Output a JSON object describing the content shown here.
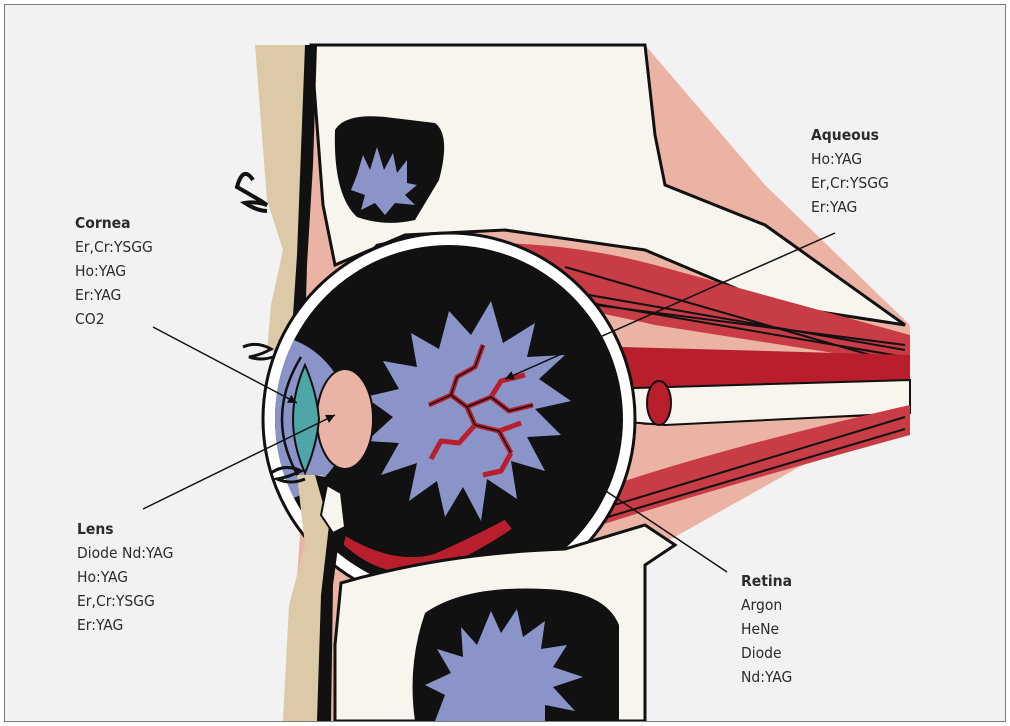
{
  "labels": {
    "cornea": {
      "title": "Cornea",
      "items": [
        "Er,Cr:YSGG",
        "Ho:YAG",
        "Er:YAG",
        "CO2"
      ]
    },
    "aqueous": {
      "title": "Aqueous",
      "items": [
        "Ho:YAG",
        "Er,Cr:YSGG",
        "Er:YAG"
      ]
    },
    "lens": {
      "title": "Lens",
      "items": [
        "Diode Nd:YAG",
        "Ho:YAG",
        "Er,Cr:YSGG",
        "Er:YAG"
      ]
    },
    "retina": {
      "title": "Retina",
      "items": [
        "Argon",
        "HeNe",
        "Diode",
        "Nd:YAG"
      ]
    }
  },
  "colors": {
    "background": "#f2f2f2",
    "skin": "#dcc9a8",
    "flesh": "#eab3a3",
    "muscle": "#c83c45",
    "bone": "#f7f5ee",
    "iris_blue": "#8a94c8",
    "cornea_teal": "#4fa6a8",
    "vessel": "#b81e2c"
  }
}
